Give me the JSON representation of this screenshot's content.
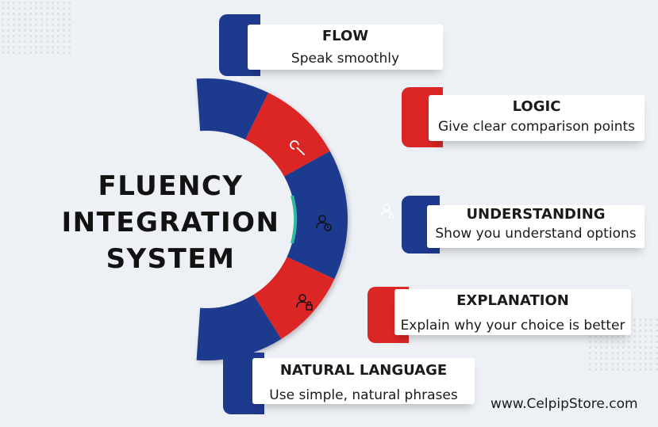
{
  "title": {
    "line1": "FLUENCY",
    "line2": "INTEGRATION",
    "line3": "SYSTEM"
  },
  "steps": [
    {
      "title": "FLOW",
      "subtitle": "Speak smoothly",
      "color": "#1e3a8f",
      "icon": "wrench-icon"
    },
    {
      "title": "LOGIC",
      "subtitle": "Give clear comparison points",
      "color": "#dc2626",
      "icon": "wrench-icon"
    },
    {
      "title": "UNDERSTANDING",
      "subtitle": "Show you understand options",
      "color": "#1e3a8f",
      "icon": "user-info-icon"
    },
    {
      "title": "EXPLANATION",
      "subtitle": "Explain why your choice is better",
      "color": "#dc2626",
      "icon": "user-lock-icon"
    },
    {
      "title": "NATURAL LANGUAGE",
      "subtitle": "Use simple, natural phrases",
      "color": "#1e3a8f",
      "icon": "user-icon"
    }
  ],
  "footer": "www.CelpipStore.com",
  "colors": {
    "blue": "#1e3a8f",
    "red": "#dc2626",
    "background": "#edf0f5"
  }
}
